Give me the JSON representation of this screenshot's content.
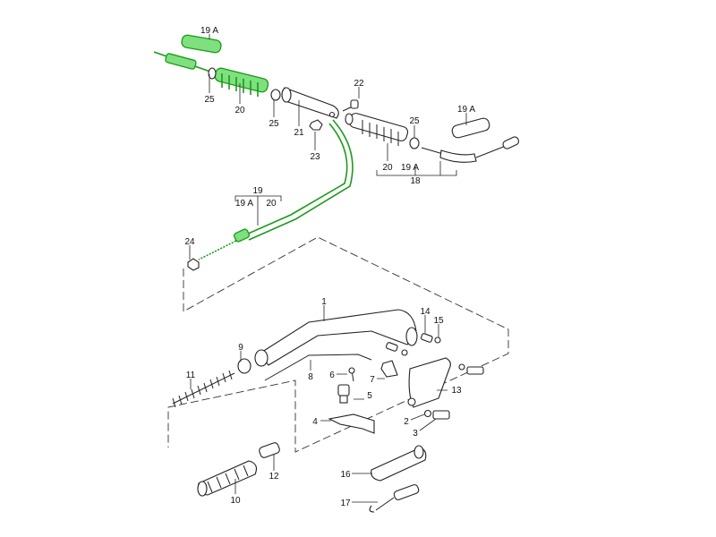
{
  "diagram": {
    "type": "exploded parts diagram - handbrake lever and cables",
    "colors": {
      "highlight": "#1a9a1a",
      "highlight_fill": "#7ee07e",
      "line": "#222222"
    },
    "labels": {
      "l19a_top": "19 A",
      "l25_a": "25",
      "l20_a": "20",
      "l25_b": "25",
      "l21": "21",
      "l22": "22",
      "l23": "23",
      "l25_c": "25",
      "l19a_right": "19 A",
      "l20_b": "20",
      "l19a_b": "19 A",
      "l18": "18",
      "l19": "19",
      "l19a_c": "19 A",
      "l20_c": "20",
      "l24": "24",
      "l1": "1",
      "l14": "14",
      "l15": "15",
      "l9": "9",
      "l11": "11",
      "l8": "8",
      "l6": "6",
      "l7": "7",
      "l5": "5",
      "l13": "13",
      "l4": "4",
      "l2": "2",
      "l3": "3",
      "l12": "12",
      "l10": "10",
      "l16": "16",
      "l17": "17"
    }
  }
}
